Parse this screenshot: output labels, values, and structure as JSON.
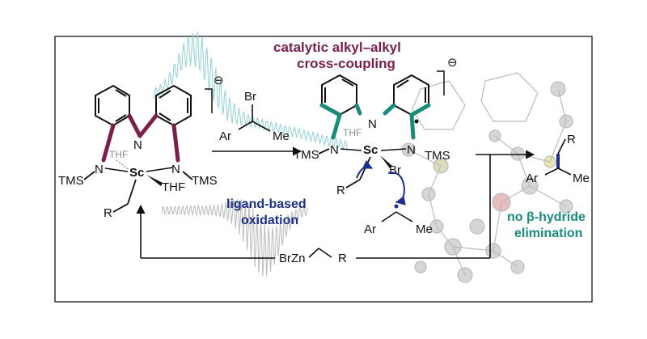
{
  "labels": {
    "top_title_line1": "catalytic alkyl–alkyl",
    "top_title_line2": "cross-coupling",
    "ligand_oxidation_line1": "ligand-based",
    "ligand_oxidation_line2": "oxidation",
    "no_beta_line1": "no β-hydride",
    "no_beta_line2": "elimination",
    "left_complex": {
      "metal": "Sc",
      "tms_left": "TMS",
      "tms_right": "TMS",
      "thf_top": "THF",
      "thf_bottom": "THF",
      "n_center": "N",
      "n_left": "N",
      "n_right": "N",
      "alkyl": "R",
      "charge": "⊖"
    },
    "alkyl_bromide": {
      "br": "Br",
      "ar": "Ar",
      "me": "Me"
    },
    "right_complex": {
      "metal": "Sc",
      "tms_left": "TMS",
      "tms_right": "TMS",
      "thf": "THF",
      "br": "Br",
      "n_center": "N",
      "n_left": "N",
      "n_right": "N",
      "alkyl": "R",
      "charge": "⊖"
    },
    "radical": {
      "ar": "Ar",
      "me": "Me"
    },
    "product": {
      "r": "R",
      "ar": "Ar",
      "me": "Me"
    },
    "organozinc": {
      "brzn": "BrZn",
      "r": "R"
    }
  },
  "colors": {
    "maroon": "#7a1f4a",
    "teal": "#1a8a7a",
    "blue": "#1e2f8a",
    "frame": "#333333",
    "spectrum_teal": "#8fcfd0",
    "spectrum_gray": "#b8b8b8",
    "crystal_gray": "#c9c9c9"
  }
}
